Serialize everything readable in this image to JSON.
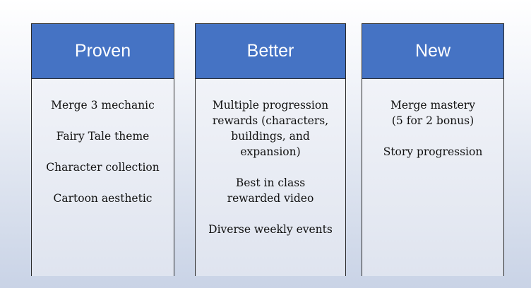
{
  "columns": [
    {
      "title": "Proven",
      "items": [
        "Merge 3 mechanic",
        "Fairy Tale theme",
        "Character collection",
        "Cartoon aesthetic"
      ]
    },
    {
      "title": "Better",
      "items": [
        "Multiple progression\nrewards (characters,\nbuildings, and\nexpansion)",
        "Best in class\nrewarded video",
        "Diverse weekly events"
      ]
    },
    {
      "title": "New",
      "items": [
        "Merge mastery\n(5 for 2 bonus)",
        "Story progression"
      ]
    }
  ],
  "colors": {
    "header": "#4573c4",
    "border": "#2a2a2a"
  }
}
